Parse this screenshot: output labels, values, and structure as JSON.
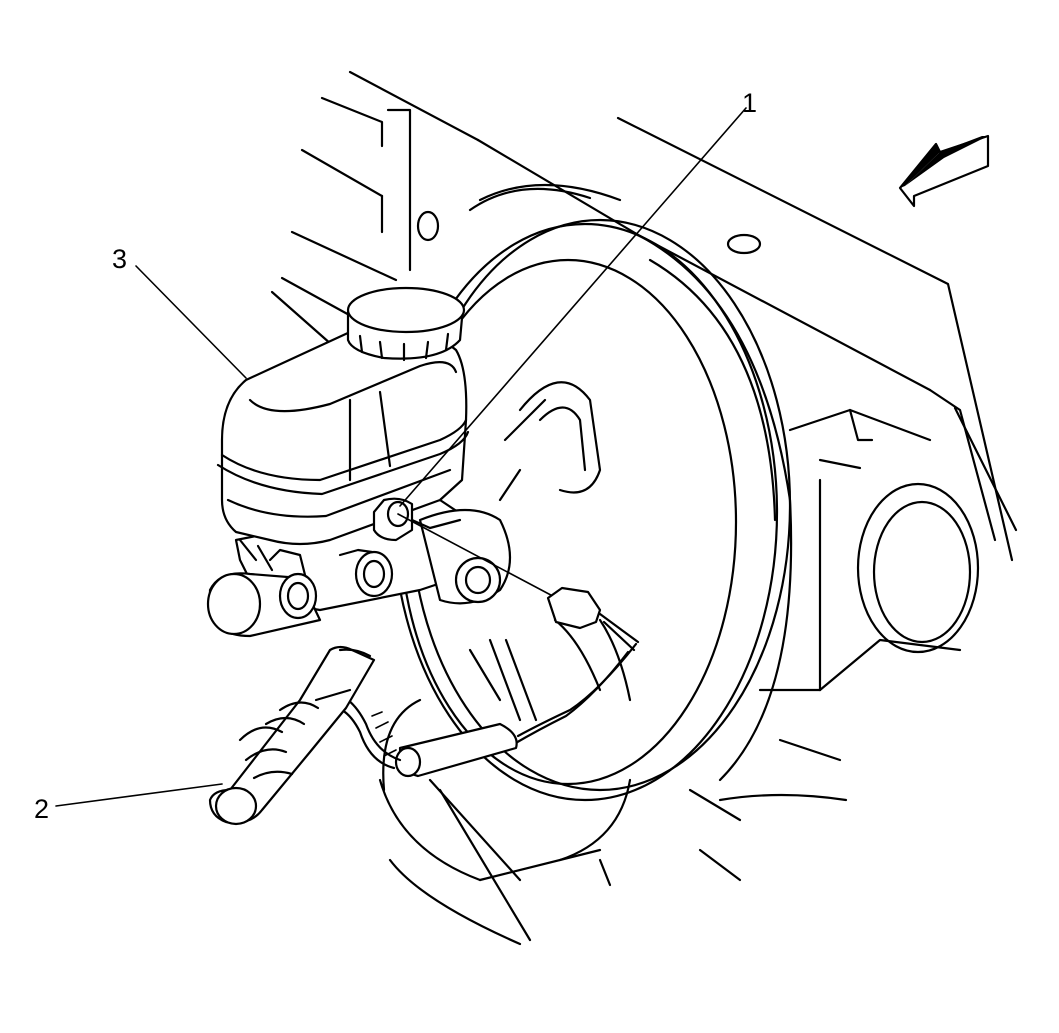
{
  "callouts": [
    {
      "id": "1",
      "text": "1"
    },
    {
      "id": "2",
      "text": "2"
    },
    {
      "id": "3",
      "text": "3"
    }
  ],
  "icons": {
    "direction_arrow": "direction-arrow-icon"
  },
  "colors": {
    "line": "#000000",
    "background": "#ffffff"
  }
}
